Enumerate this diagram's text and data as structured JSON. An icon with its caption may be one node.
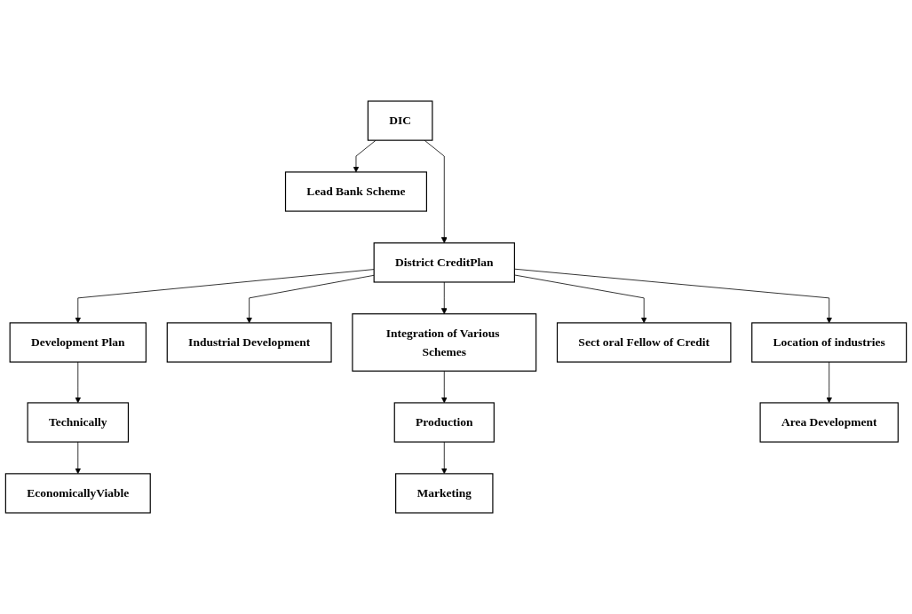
{
  "diagram": {
    "nodes": [
      {
        "text": [
          "DIC"
        ]
      },
      {
        "text": [
          "Lead Bank Scheme"
        ]
      },
      {
        "text": [
          "District CreditPlan"
        ]
      },
      {
        "text": [
          "Development Plan"
        ]
      },
      {
        "text": [
          "Integration of Various Schemes"
        ]
      },
      {
        "text": [
          "Location of industries"
        ]
      },
      {
        "text": [
          "Technically"
        ]
      },
      {
        "text": [
          "Production"
        ]
      },
      {
        "text": [
          "Area Development"
        ]
      },
      {
        "text": [
          "EconomicallyViable"
        ]
      },
      {
        "text": [
          "Marketing"
        ]
      },
      {
        "text": [
          "Industrial Development"
        ]
      },
      {
        "text": [
          "Sect oral Fellow of Credit"
        ]
      }
    ],
    "edges": [
      {
        "from": 0,
        "to": 1,
        "arrow": "to"
      },
      {
        "from": 0,
        "to": 2,
        "arrow": "to"
      },
      {
        "from": 2,
        "to": 3,
        "arrow": "to"
      },
      {
        "from": 2,
        "to": 11,
        "arrow": "to"
      },
      {
        "from": 2,
        "to": 4,
        "arrow": "to"
      },
      {
        "from": 2,
        "to": 12,
        "arrow": "to"
      },
      {
        "from": 2,
        "to": 5,
        "arrow": "to"
      },
      {
        "from": 3,
        "to": 6,
        "arrow": "to"
      },
      {
        "from": 6,
        "to": 9,
        "arrow": "to"
      },
      {
        "from": 4,
        "to": 7,
        "arrow": "to"
      },
      {
        "from": 7,
        "to": 10,
        "arrow": "to"
      },
      {
        "from": 5,
        "to": 8,
        "arrow": "to"
      }
    ]
  }
}
